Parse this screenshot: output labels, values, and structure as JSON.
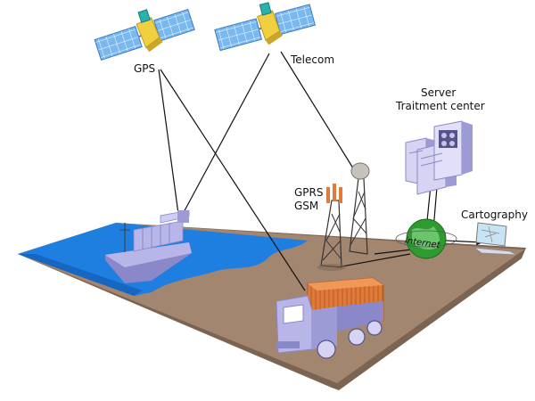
{
  "labels": {
    "gps": "GPS",
    "telecom": "Telecom",
    "server_line1": "Server",
    "server_line2": "Traitment center",
    "gprs": "GPRS",
    "gsm": "GSM",
    "internet": "internet",
    "cartography": "Cartography"
  },
  "colors": {
    "sea": "#1f7fe0",
    "ground": "#a38670",
    "ground_edge": "#7b6452",
    "vehicle_body": "#b8b6e8",
    "vehicle_dark": "#8a88c8",
    "container": "#e07a3a",
    "container_dark": "#b55a20",
    "solar_panel": "#7ab8f0",
    "satellite_body": "#f0d040",
    "globe": "#2f9a2f",
    "line": "#111111"
  },
  "icons": {
    "gps_satellite": "satellite-icon",
    "telecom_satellite": "satellite-icon",
    "ship": "cargo-ship-icon",
    "truck": "container-truck-icon",
    "gsm_antenna": "cell-antenna-icon",
    "relay_tower": "dish-tower-icon",
    "server": "server-rack-icon",
    "globe": "globe-icon",
    "monitor": "monitor-icon"
  }
}
